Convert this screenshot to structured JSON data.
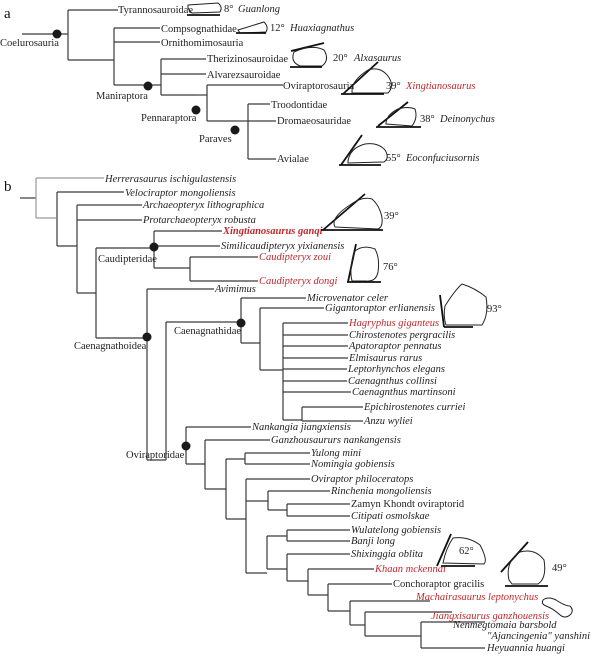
{
  "figure": {
    "panel_a": {
      "label": "a",
      "root": "Coelurosauria",
      "clades": {
        "maniraptora": "Maniraptora",
        "pennaraptora": "Pennaraptora",
        "paraves": "Paraves"
      },
      "taxa": [
        {
          "name": "Tyrannosauroidae",
          "angle": "8°",
          "example": "Guanlong",
          "example_red": false
        },
        {
          "name": "Compsognathidae",
          "angle": "12°",
          "example": "Huaxiagnathus",
          "example_red": false
        },
        {
          "name": "Ornithomimosauria"
        },
        {
          "name": "Therizinosauroidae",
          "angle": "20°",
          "example": "Alxasaurus",
          "example_red": false
        },
        {
          "name": "Alvarezsauroidae"
        },
        {
          "name": "Oviraptorosauria",
          "angle": "39°",
          "example": "Xingtianosaurus",
          "example_red": true
        },
        {
          "name": "Troodontidae"
        },
        {
          "name": "Dromaeosauridae",
          "angle": "38°",
          "example": "Deinonychus",
          "example_red": false
        },
        {
          "name": "Avialae",
          "angle": "55°",
          "example": "Eoconfuciusornis",
          "example_red": false
        }
      ]
    },
    "panel_b": {
      "label": "b",
      "clades": {
        "caudipteridae": "Caudipteridae",
        "caenagnathoidea": "Caenagnathoidea",
        "caenagnathidae": "Caenagnathidae",
        "oviraptoridae": "Oviraptoridae"
      },
      "claw_angles": {
        "xingtianosaurus": "39°",
        "caudipteryx": "76°",
        "hagryphus": "93°",
        "khaan": "62°",
        "machairasaurus": "49°"
      },
      "taxa": [
        {
          "name": "Herrerasaurus ischigulastensis",
          "red": false
        },
        {
          "name": "Velociraptor mongoliensis",
          "red": false
        },
        {
          "name": "Archaeopteryx lithographica",
          "red": false
        },
        {
          "name": "Protarchaeopteryx robusta",
          "red": false
        },
        {
          "name": "Xingtianosaurus ganqi",
          "red": true,
          "bold": true
        },
        {
          "name": "Similicaudipteryx yixianensis",
          "red": false
        },
        {
          "name": "Caudipteryx zoui",
          "red": true
        },
        {
          "name": "Caudipteryx dongi",
          "red": true
        },
        {
          "name": "Avimimus",
          "red": false
        },
        {
          "name": "Microvenator celer",
          "red": false
        },
        {
          "name": "Gigantoraptor erlianensis",
          "red": false
        },
        {
          "name": "Hagryphus giganteus",
          "red": true
        },
        {
          "name": "Chirostenotes pergracilis",
          "red": false
        },
        {
          "name": "Apatoraptor pennatus",
          "red": false
        },
        {
          "name": "Elmisaurus rarus",
          "red": false
        },
        {
          "name": "Leptorhynchos elegans",
          "red": false
        },
        {
          "name": "Caenagnthus collinsi",
          "red": false
        },
        {
          "name": "Caenagnthus martinsoni",
          "red": false
        },
        {
          "name": "Epichirostenotes curriei",
          "red": false
        },
        {
          "name": "Anzu wyliei",
          "red": false
        },
        {
          "name": "Nankangia jiangxiensis",
          "red": false
        },
        {
          "name": "Ganzhousaururs nankangensis",
          "red": false
        },
        {
          "name": "Yulong mini",
          "red": false
        },
        {
          "name": "Nomingia gobiensis",
          "red": false
        },
        {
          "name": "Oviraptor philoceratops",
          "red": false
        },
        {
          "name": "Rinchenia mongoliensis",
          "red": false
        },
        {
          "name": "Zamyn Khondt oviraptorid",
          "red": false,
          "upright": true
        },
        {
          "name": "Citipati osmolskae",
          "red": false
        },
        {
          "name": "Wulatelong gobiensis",
          "red": false
        },
        {
          "name": "Banji long",
          "red": false
        },
        {
          "name": "Shixinggia oblita",
          "red": false
        },
        {
          "name": "Khaan mckennai",
          "red": true
        },
        {
          "name": "Conchoraptor gracilis",
          "red": false,
          "upright": true
        },
        {
          "name": "Machairasaurus leptonychus",
          "red": true
        },
        {
          "name": "Jiangxisaurus ganzhouensis",
          "red": true
        },
        {
          "name": "Nenmegtomaia barsbold",
          "red": false
        },
        {
          "name": "\"Ajancingenia\" yanshini",
          "red": false
        },
        {
          "name": "Heyuannia huangi",
          "red": false
        }
      ]
    },
    "colors": {
      "highlight_red": "#c0282b",
      "line": "#3a3a3a",
      "node": "#1a1a1a"
    }
  }
}
